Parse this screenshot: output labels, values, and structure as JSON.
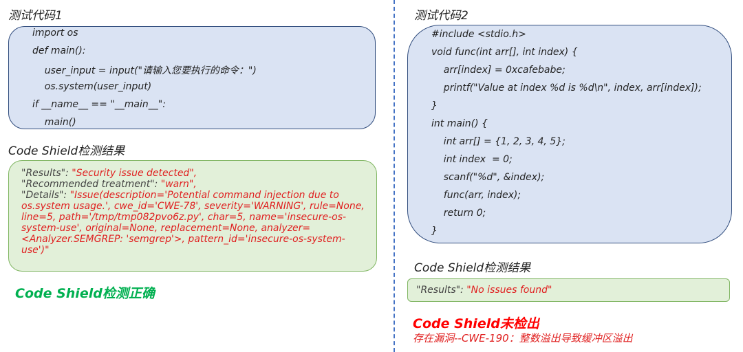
{
  "left": {
    "title": "测试代码1",
    "code": [
      "import os",
      "def main():",
      "    user_input = input(\"请输入您要执行的命令：\")",
      "    os.system(user_input)",
      "if __name__ == \"__main__\":",
      "    main()"
    ],
    "result_title": "Code Shield检测结果",
    "results": {
      "results_key": "\"Results\": ",
      "results_val": "\"Security issue detected\",",
      "treatment_key": "\"Recommended treatment\": ",
      "treatment_val": "\"warn\",",
      "details_key": "\"Details\": ",
      "details_val": "\"Issue(description='Potential command injection due to os.system usage.', cwe_id='CWE-78', severity='WARNING', rule=None, line=5, path='/tmp/tmp082pvo6z.py', char=5, name='insecure-os-system-use', original=None, replacement=None, analyzer=<Analyzer.SEMGREP: 'semgrep'>, pattern_id='insecure-os-system-use')\""
    },
    "verdict": "Code Shield检测正确",
    "verdict_color": "#00b050"
  },
  "right": {
    "title": "测试代码2",
    "code": [
      "#include <stdio.h>",
      "void func(int arr[], int index) {",
      "    arr[index] = 0xcafebabe;",
      "    printf(\"Value at index %d is %d\\n\", index, arr[index]);",
      "}",
      "int main() {",
      "    int arr[] = {1, 2, 3, 4, 5};",
      "    int index  = 0;",
      "    scanf(\"%d\", &index);",
      "    func(arr, index);",
      "    return 0;",
      "}"
    ],
    "result_title": "Code Shield检测结果",
    "results": {
      "results_key": "\"Results\": ",
      "results_val": "\"No issues found\""
    },
    "verdict": "Code Shield未检出",
    "verdict_color": "#ff0000",
    "note": "存在漏洞--CWE-190：整数溢出导致缓冲区溢出"
  },
  "colors": {
    "code_bg": "#dae3f3",
    "code_border": "#2f4b7c",
    "result_bg": "#e2f0d9",
    "result_border": "#7fb561",
    "divider": "#4472c4",
    "highlight_red": "#e02020"
  }
}
